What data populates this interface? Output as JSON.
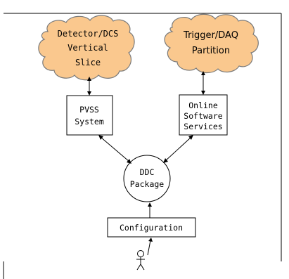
{
  "nodes": {
    "detector_cloud": {
      "lines": [
        "Detector/DCS",
        "Vertical",
        "Slice"
      ],
      "shape": "cloud",
      "fill": "#fac88e"
    },
    "trigger_cloud": {
      "lines": [
        "Trigger/DAQ",
        "Partition"
      ],
      "shape": "cloud",
      "fill": "#fac88e"
    },
    "pvss_box": {
      "lines": [
        "PVSS",
        "System"
      ],
      "shape": "rectangle"
    },
    "online_box": {
      "lines": [
        "Online",
        "Software",
        "Services"
      ],
      "shape": "rectangle"
    },
    "ddc_circle": {
      "lines": [
        "DDC",
        "Package"
      ],
      "shape": "circle"
    },
    "config_box": {
      "lines": [
        "Configuration"
      ],
      "shape": "rectangle"
    }
  },
  "edges": [
    {
      "from": "detector_cloud",
      "to": "pvss_box",
      "direction": "both"
    },
    {
      "from": "trigger_cloud",
      "to": "online_box",
      "direction": "both"
    },
    {
      "from": "pvss_box",
      "to": "ddc_circle",
      "direction": "both"
    },
    {
      "from": "online_box",
      "to": "ddc_circle",
      "direction": "both"
    },
    {
      "from": "config_box",
      "to": "ddc_circle",
      "direction": "forward"
    },
    {
      "from": "user_actor",
      "to": "config_box",
      "direction": "forward"
    }
  ],
  "actor": {
    "icon": "stick-figure-user-icon"
  }
}
